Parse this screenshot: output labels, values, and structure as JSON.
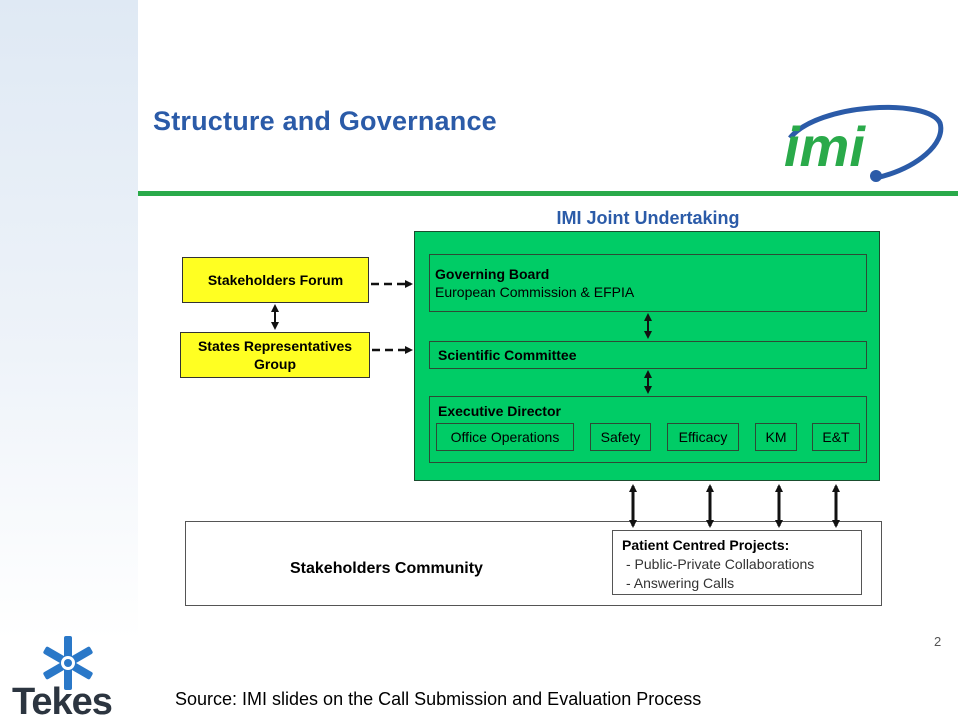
{
  "slide": {
    "title": "Structure and Governance",
    "page_number": "2",
    "source": "Source: IMI slides on  the Call Submission and Evaluation Process"
  },
  "logos": {
    "imi_text": "imi",
    "tekes_text": "Tekes"
  },
  "joint_undertaking": {
    "title": "IMI Joint Undertaking",
    "governing_board": {
      "title": "Governing Board",
      "subtitle": "European Commission & EFPIA"
    },
    "scientific_committee": "Scientific Committee",
    "executive_director": {
      "title": "Executive Director",
      "units": [
        "Office Operations",
        "Safety",
        "Efficacy",
        "KM",
        "E&T"
      ]
    }
  },
  "stakeholders_forum": "Stakeholders Forum",
  "states_representatives_group": "States Representatives Group",
  "stakeholders_community": "Stakeholders Community",
  "patient_centred_projects": {
    "title": "Patient Centred Projects:",
    "items": [
      "- Public-Private Collaborations",
      "- Answering Calls"
    ]
  },
  "colors": {
    "title_blue": "#2b5ba8",
    "ju_green": "#00cc66",
    "rule_green": "#2aaa4a",
    "yellow": "#ffff22"
  }
}
